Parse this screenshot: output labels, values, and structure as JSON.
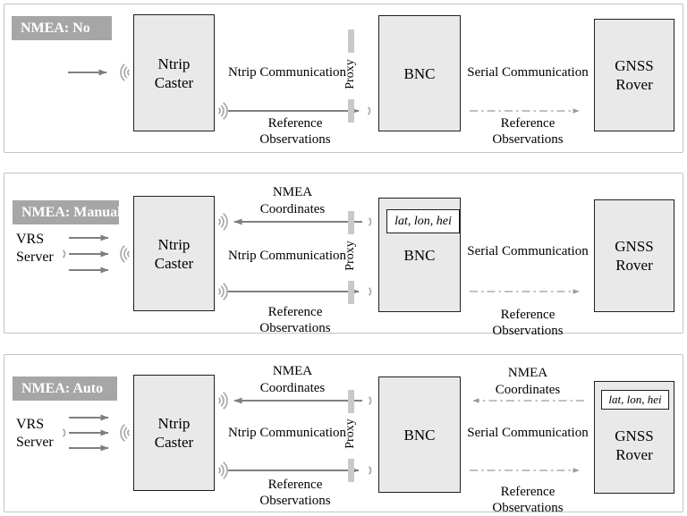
{
  "panels": [
    {
      "badge": "NMEA: No"
    },
    {
      "badge": "NMEA: Manual"
    },
    {
      "badge": "NMEA: Auto"
    }
  ],
  "labels": {
    "caster": "Ntrip Caster",
    "bnc": "BNC",
    "rover": "GNSS Rover",
    "proxy": "Proxy",
    "vrs": "VRS Server",
    "ntrip_communication": "Ntrip Communication",
    "serial_communication": "Serial Communication",
    "nmea_coordinates": "NMEA Coordinates",
    "reference_observations": "Reference Observations",
    "coordinate_values": "lat, lon, hei"
  },
  "icons": {
    "triple_wave_right": "signal-waves-right-icon",
    "triple_wave_left": "signal-waves-left-icon",
    "single_wave": "signal-wave-icon",
    "solid_arrow": "arrow-right-icon",
    "dashdot_arrow": "dash-dot-arrow-icon",
    "proxy_barrier": "proxy-dash-icon"
  },
  "colors": {
    "box_fill": "#e9e9e9",
    "box_border": "#1f1f1f",
    "badge_bg": "#a6a6a6",
    "badge_text": "#ffffff",
    "arrow": "#7f7f7f",
    "dashdot": "#9a9a9a",
    "wave": "#a9a9a9",
    "proxy_dash": "#c9c9c9",
    "panel_border": "#c4c4c4",
    "text": "#000000"
  }
}
